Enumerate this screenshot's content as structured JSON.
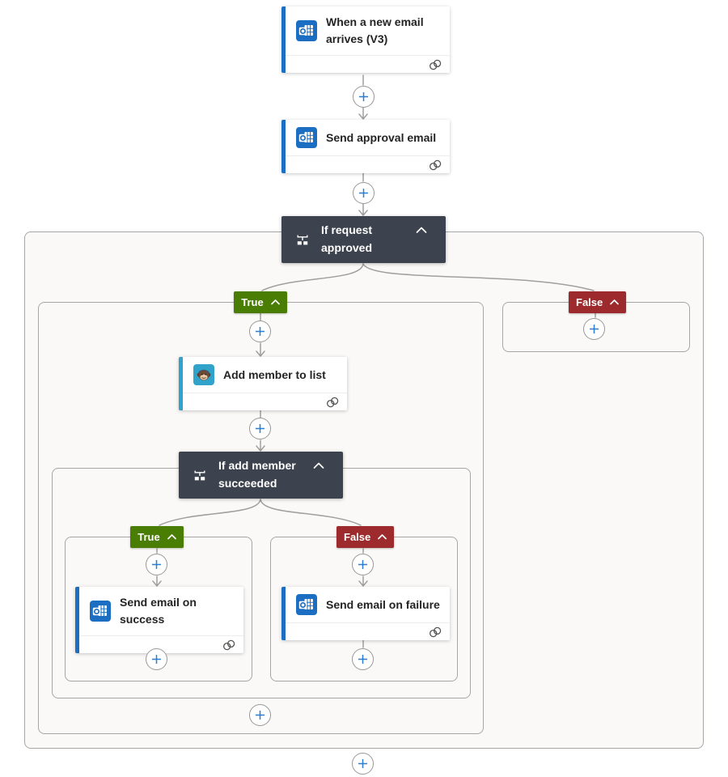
{
  "design": {
    "accentBlue": "#1b6ec2",
    "mailchimpTeal": "#31a2c9",
    "conditionBg": "#3d434e",
    "trueGreen": "#4a7d04",
    "falseRed": "#9d2a2c",
    "connectorGray": "#a19f9d",
    "plusBlue": "#2b7cd3",
    "containerBg": "#faf9f7",
    "containerBorder": "#a8a6a4"
  },
  "flow": {
    "trigger": {
      "title": "When a new email arrives (V3)",
      "icon": "outlook-icon"
    },
    "send_approval": {
      "title": "Send approval email",
      "icon": "outlook-icon"
    },
    "condition_request": {
      "title": "If request approved",
      "icon": "condition-icon",
      "true_label": "True",
      "false_label": "False"
    },
    "add_member": {
      "title": "Add member to list",
      "icon": "mailchimp-icon"
    },
    "condition_member": {
      "title": "If add member succeeded",
      "icon": "condition-icon",
      "true_label": "True",
      "false_label": "False"
    },
    "send_success": {
      "title": "Send email on success",
      "icon": "outlook-icon"
    },
    "send_failure": {
      "title": "Send email on failure",
      "icon": "outlook-icon"
    }
  }
}
